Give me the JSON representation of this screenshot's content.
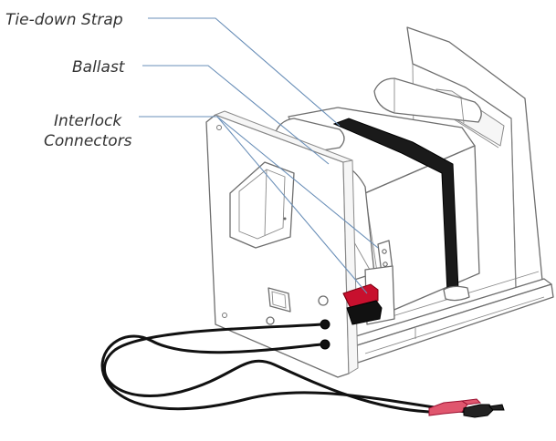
{
  "diagram": {
    "callouts": [
      {
        "id": "tie-down-strap",
        "label": "Tie-down Strap"
      },
      {
        "id": "ballast",
        "label": "Ballast"
      },
      {
        "id": "interlock-connectors",
        "label_line1": "Interlock",
        "label_line2": "Connectors"
      }
    ],
    "colors": {
      "leader": "#6a8fb8",
      "strap": "#1a1a1a",
      "cable_black": "#111111",
      "cable_red": "#c8102e",
      "probe_red": "#e0566e",
      "outline": "#6e6e6e"
    }
  }
}
